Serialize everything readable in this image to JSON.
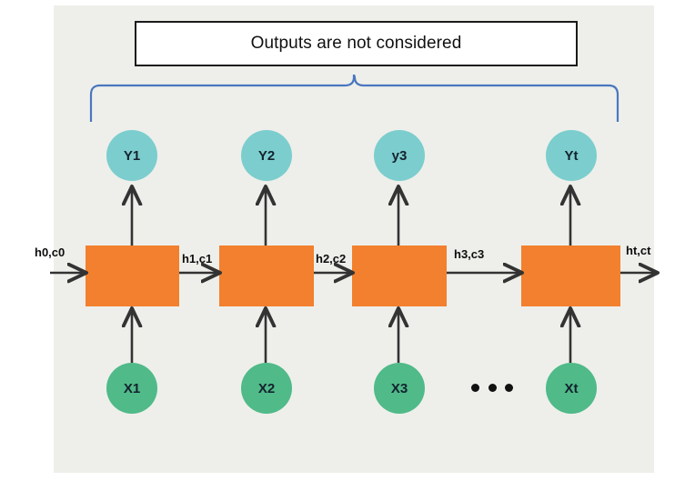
{
  "diagram": {
    "title": "Outputs are not considered",
    "background_color": "#eeefea",
    "page_color": "#ffffff",
    "palette": {
      "output_node": "#7ccdce",
      "input_node": "#50ba89",
      "cell": "#f2802e",
      "brace": "#4a77c0",
      "arrow": "#333333",
      "text": "#111111"
    },
    "outputs": [
      {
        "label": "Y1"
      },
      {
        "label": "Y2"
      },
      {
        "label": "y3"
      },
      {
        "label": "Yt"
      }
    ],
    "inputs": [
      {
        "label": "X1"
      },
      {
        "label": "X2"
      },
      {
        "label": "X3"
      },
      {
        "label": "Xt"
      }
    ],
    "cells": [
      {
        "label": ""
      },
      {
        "label": ""
      },
      {
        "label": ""
      },
      {
        "label": ""
      }
    ],
    "states": [
      {
        "label": "h0,c0"
      },
      {
        "label": "h1,c1"
      },
      {
        "label": "h2,c2"
      },
      {
        "label": "h3,c3"
      },
      {
        "label": "ht,ct"
      }
    ],
    "ellipsis": "•••"
  }
}
